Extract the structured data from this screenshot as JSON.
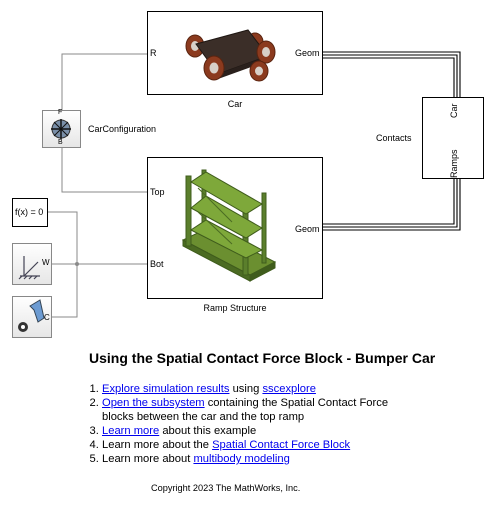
{
  "blocks": {
    "car": {
      "label": "Car",
      "port_in": "R",
      "port_out": "Geom"
    },
    "ramp": {
      "label": "Ramp Structure",
      "port_top": "Top",
      "port_bot": "Bot",
      "port_out": "Geom"
    },
    "car_config": {
      "label": "CarConfiguration",
      "port_f": "F",
      "port_b": "B"
    },
    "contacts": {
      "label": "Contacts",
      "port_car": "Car",
      "port_ramps": "Ramps"
    },
    "solver": {
      "label": "f(x) = 0"
    },
    "world": {
      "port": "W"
    },
    "mech_config": {
      "port": "C"
    }
  },
  "doc": {
    "title": "Using the Spatial Contact Force Block - Bumper Car",
    "steps": [
      {
        "link": "Explore simulation results",
        "text": " using ",
        "link2": "sscexplore",
        "text2": ""
      },
      {
        "link": "Open the subsystem",
        "text": " containing the Spatial Contact Force blocks between the car and the top ramp",
        "link2": "",
        "text2": ""
      },
      {
        "link": "Learn more",
        "text": " about this example",
        "link2": "",
        "text2": ""
      },
      {
        "pre": "Learn more about the ",
        "link": "Spatial Contact Force Block"
      },
      {
        "pre": "Learn more about ",
        "link": "multibody modeling"
      }
    ],
    "copyright": "Copyright 2023 The MathWorks, Inc."
  },
  "colors": {
    "link": "#0000ee",
    "wire": "#808080",
    "car_body": "#3b2e28",
    "wheel": "#8b3a1e",
    "ramp": "#5b7f2c"
  }
}
